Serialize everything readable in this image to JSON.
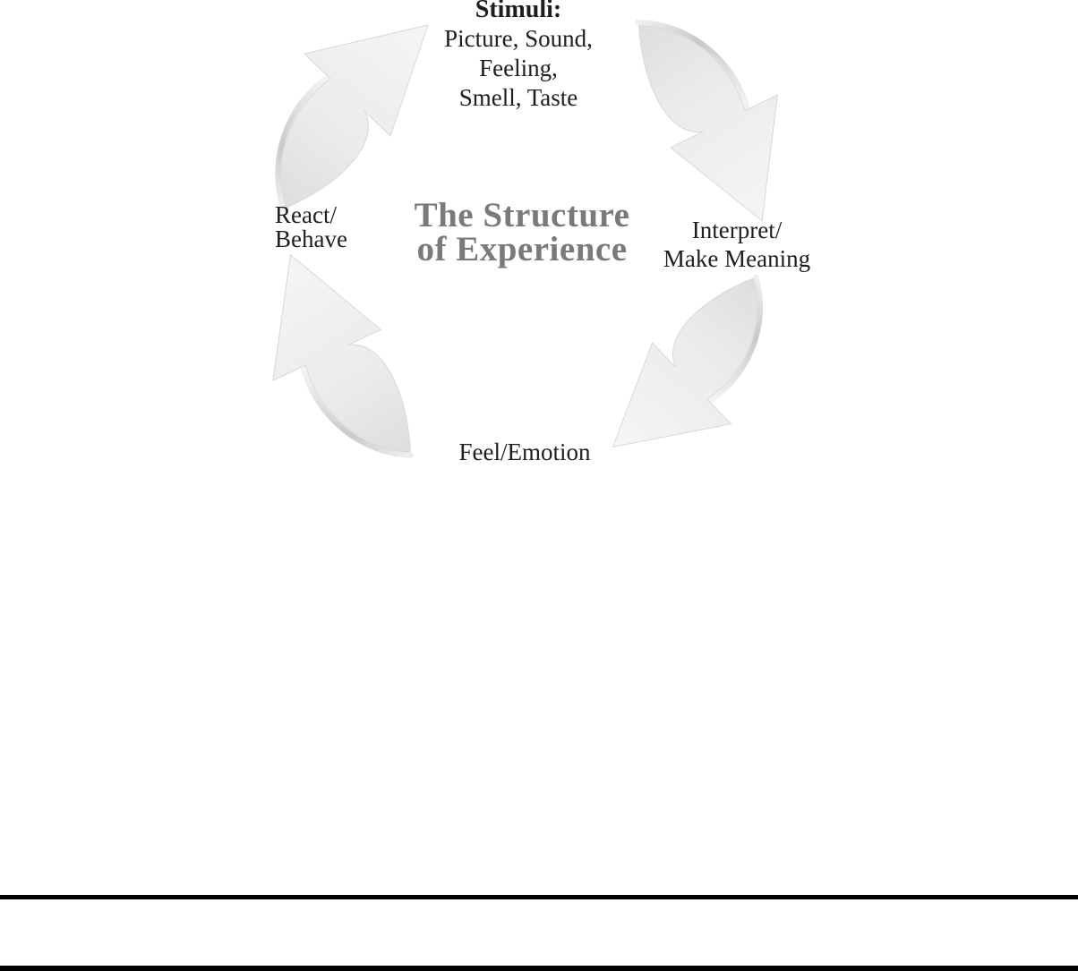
{
  "diagram": {
    "center_title": {
      "line1": "The Structure",
      "line2": "of Experience"
    },
    "stages": {
      "stimuli": {
        "heading": "Stimuli:",
        "details": [
          "Picture, Sound,",
          "Feeling,",
          "Smell, Taste"
        ]
      },
      "interpret": {
        "lines": [
          "Interpret/",
          "Make Meaning"
        ]
      },
      "feel": {
        "label": "Feel/Emotion"
      },
      "react": {
        "lines": [
          "React/",
          "Behave"
        ]
      }
    },
    "arrows": [
      "arrow-react-to-stimuli-icon",
      "arrow-stimuli-to-interpret-icon",
      "arrow-interpret-to-feel-icon",
      "arrow-feel-to-react-icon"
    ],
    "colors": {
      "title_gray": "#7a7a7a",
      "label_black": "#1e1e1e",
      "arrow_fill_light": "#f4f4f4",
      "arrow_fill_dark": "#dcdcdc",
      "arrow_edge": "#d8d8d8",
      "arrow_shadow": "#c9c9c9",
      "footer_rule_black": "#000000"
    }
  }
}
